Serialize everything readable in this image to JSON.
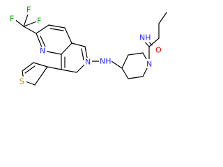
{
  "molecule": {
    "atoms": {
      "F1": {
        "label": "F",
        "color": "#00a000"
      },
      "F2": {
        "label": "F",
        "color": "#00a000"
      },
      "F3": {
        "label": "F",
        "color": "#00a000"
      },
      "N1": {
        "label": "N",
        "color": "#2b2bff"
      },
      "S": {
        "label": "S",
        "color": "#b8860b"
      },
      "N2": {
        "label": "N",
        "color": "#2b2bff"
      },
      "NH1": {
        "label": "NH",
        "color": "#2b2bff"
      },
      "NH2": {
        "label": "NH",
        "color": "#2b2bff"
      },
      "N3": {
        "label": "N",
        "color": "#2b2bff"
      },
      "O": {
        "label": "O",
        "color": "#e00000"
      }
    }
  }
}
